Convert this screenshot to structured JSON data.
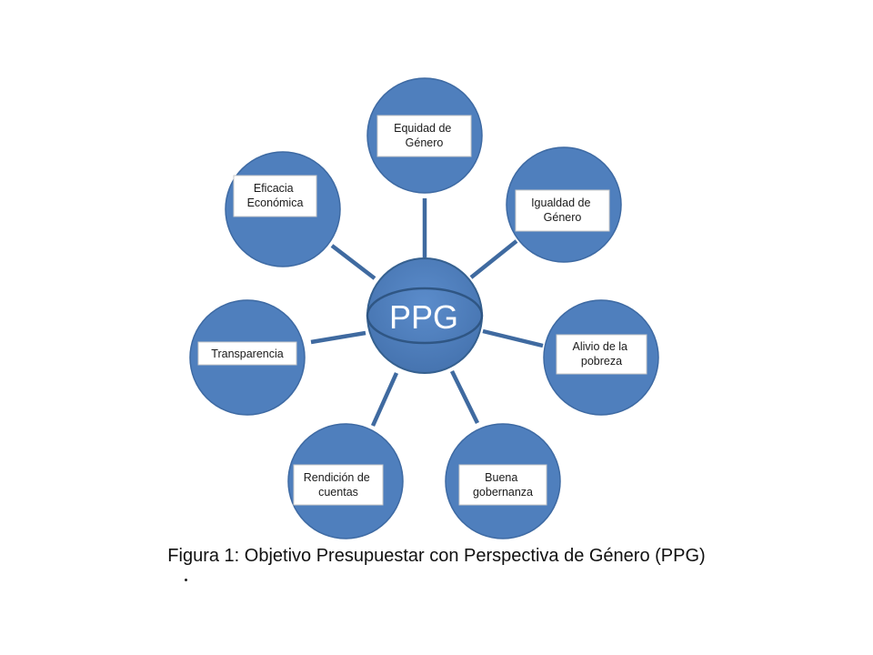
{
  "diagram": {
    "hub": {
      "label": "PPG"
    },
    "nodes": [
      {
        "id": "equidad",
        "lines": [
          "Equidad de",
          "Género"
        ]
      },
      {
        "id": "igualdad",
        "lines": [
          "Igualdad de",
          "Género"
        ]
      },
      {
        "id": "alivio",
        "lines": [
          "Alivio de la",
          "pobreza"
        ]
      },
      {
        "id": "gobernanza",
        "lines": [
          "Buena",
          "gobernanza"
        ]
      },
      {
        "id": "rendicion",
        "lines": [
          "Rendición de",
          "cuentas"
        ]
      },
      {
        "id": "transparencia",
        "lines": [
          "Transparencia"
        ]
      },
      {
        "id": "eficacia",
        "lines": [
          "Eficacia",
          "Económica"
        ]
      }
    ],
    "colors": {
      "node_fill": "#4f7fbd",
      "connector": "#3f6aa0"
    }
  },
  "caption": {
    "text": "Figura 1: Objetivo Presupuestar con Perspectiva de Género (PPG)"
  }
}
